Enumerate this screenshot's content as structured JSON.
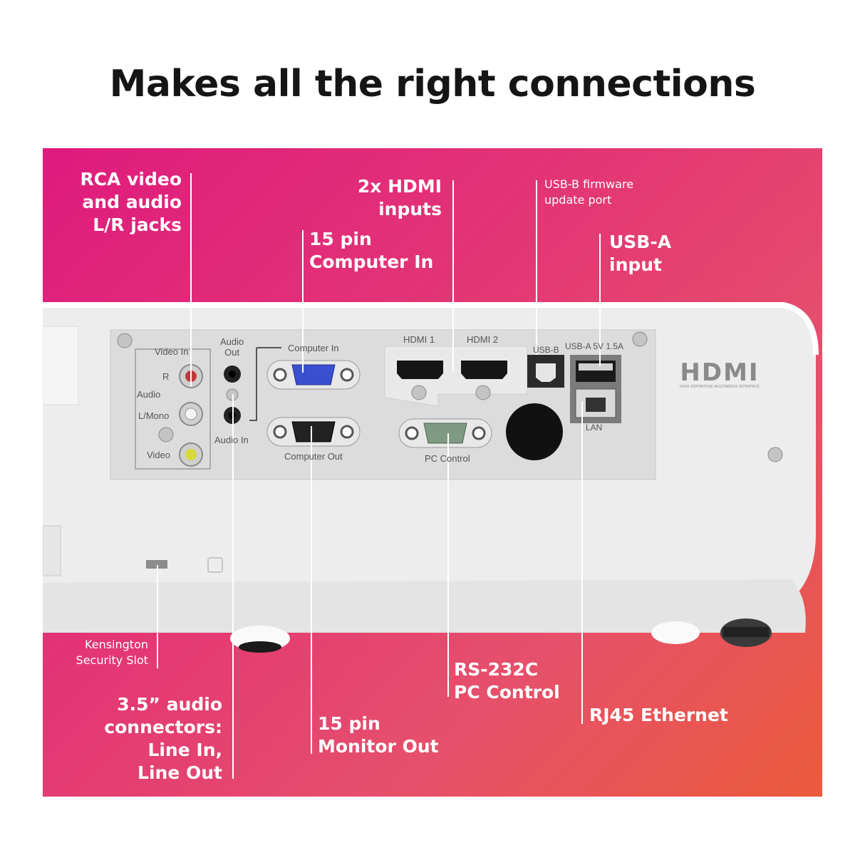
{
  "title": "Makes all the right connections",
  "colors": {
    "gradient_start": "#df1a7e",
    "gradient_end": "#eb5a3c",
    "leader_line": "#ffffff",
    "body": "#ececec"
  },
  "callouts": {
    "rca": [
      "RCA video",
      "and audio",
      "L/R jacks"
    ],
    "hdmi": [
      "2x HDMI",
      "inputs"
    ],
    "computer_in": [
      "15 pin",
      "Computer In"
    ],
    "usb_b": [
      "USB-B firmware",
      "update port"
    ],
    "usb_a": [
      "USB-A",
      "input"
    ],
    "kensington": [
      "Kensington",
      "Security Slot"
    ],
    "audio_35": [
      "3.5” audio",
      "connectors:",
      "Line In,",
      "Line Out"
    ],
    "monitor_out": [
      "15 pin",
      "Monitor Out"
    ],
    "rs232c": [
      "RS-232C",
      "PC Control"
    ],
    "rj45": [
      "RJ45 Ethernet"
    ]
  },
  "port_labels": {
    "video_in": "Video In",
    "r": "R",
    "audio": "Audio",
    "l_mono": "L/Mono",
    "video": "Video",
    "audio_out": [
      "Audio",
      "Out"
    ],
    "audio_in": "Audio In",
    "computer_in": "Computer In",
    "computer_out": "Computer Out",
    "hdmi1": "HDMI 1",
    "hdmi2": "HDMI 2",
    "usb_b": "USB-B",
    "usb_a": "USB-A 5V 1.5A",
    "lan": "LAN",
    "pc_control": "PC Control"
  },
  "logo": {
    "text": "HDMI",
    "subtext": "HIGH-DEFINITION MULTIMEDIA INTERFACE"
  }
}
